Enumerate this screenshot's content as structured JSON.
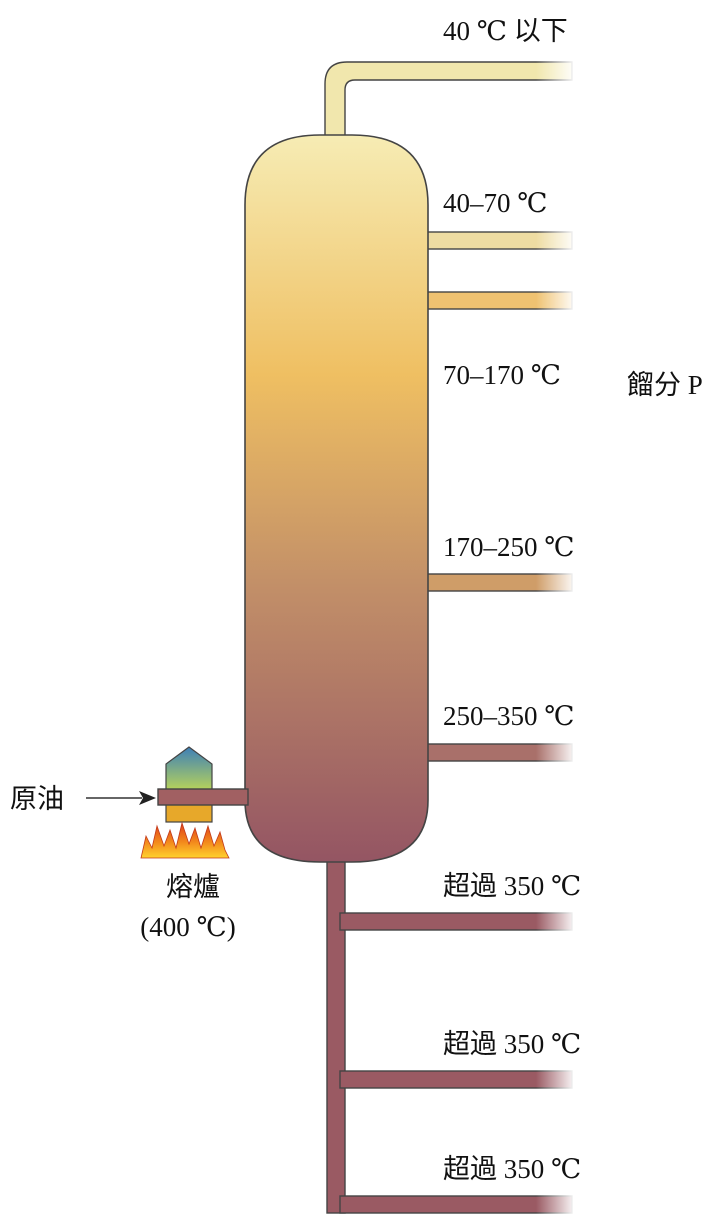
{
  "fractions": [
    {
      "label": "40 ℃ 以下"
    },
    {
      "label": "40–70 ℃"
    },
    {
      "label": "70–170 ℃"
    },
    {
      "label": "170–250 ℃"
    },
    {
      "label": "250–350 ℃"
    },
    {
      "label": "超過 350 ℃"
    },
    {
      "label": "超過 350 ℃"
    },
    {
      "label": "超過 350 ℃"
    }
  ],
  "fraction_p_label": "餾分 P",
  "crude_oil_label": "原油",
  "furnace": {
    "name": "熔爐",
    "temperature": "(400 ℃)"
  },
  "colors": {
    "column_top": "#f6ecb4",
    "column_mid": "#efbf62",
    "column_bottom": "#945563",
    "pipe_bottom": "#9a5a63",
    "outline": "#444444"
  }
}
